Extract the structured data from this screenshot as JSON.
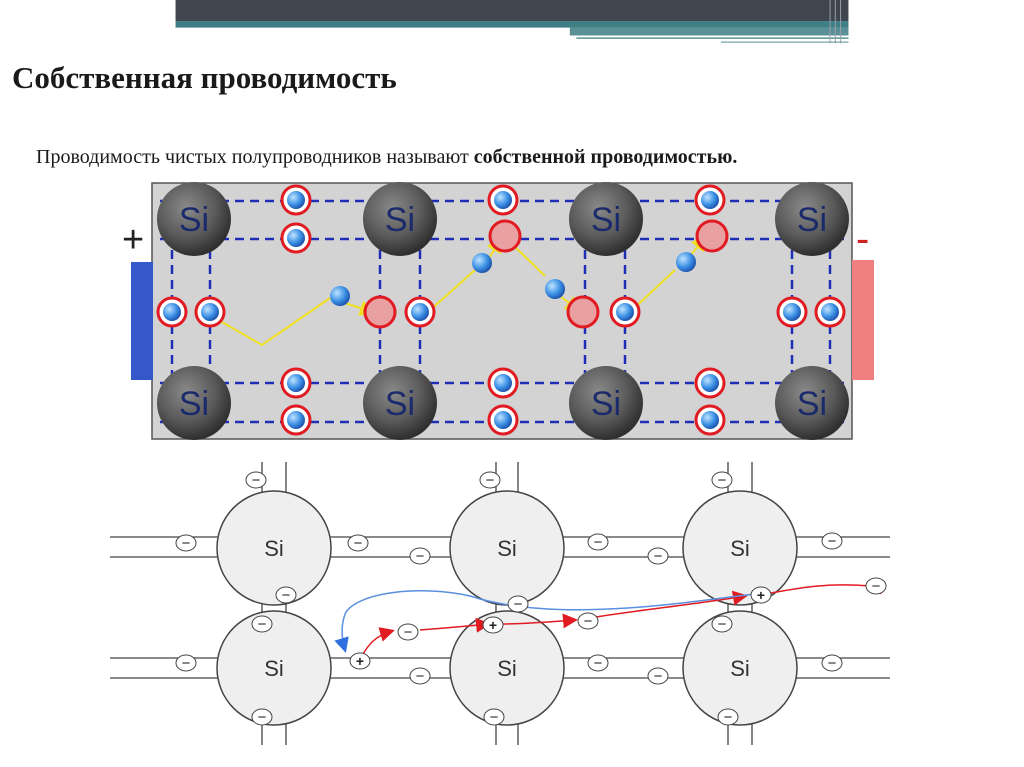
{
  "title": "Собственная проводимость",
  "subtitle": {
    "prefix": "Проводимость чистых полупроводников называют ",
    "emphasis": "собственной проводимостью."
  },
  "lattice_top": {
    "atom_label": "Si",
    "plus_sign": "+",
    "minus_sign": "-"
  },
  "lattice_bottom": {
    "atom_label": "Si",
    "electron_sign": "−",
    "hole_sign": "+"
  },
  "colors": {
    "bar_dark": "#3f4650",
    "bar_teal": "#3e7e84",
    "panel_gray": "#d3d3d3",
    "bond_blue": "#1f2fb5",
    "atom_gray": "#5a5a5a",
    "hole_red": "#e01b22",
    "electron_blue": "#2f8fe8",
    "path_yellow": "#f0e020",
    "anode_blue": "#3458c9",
    "cathode_pink": "#f08080"
  }
}
